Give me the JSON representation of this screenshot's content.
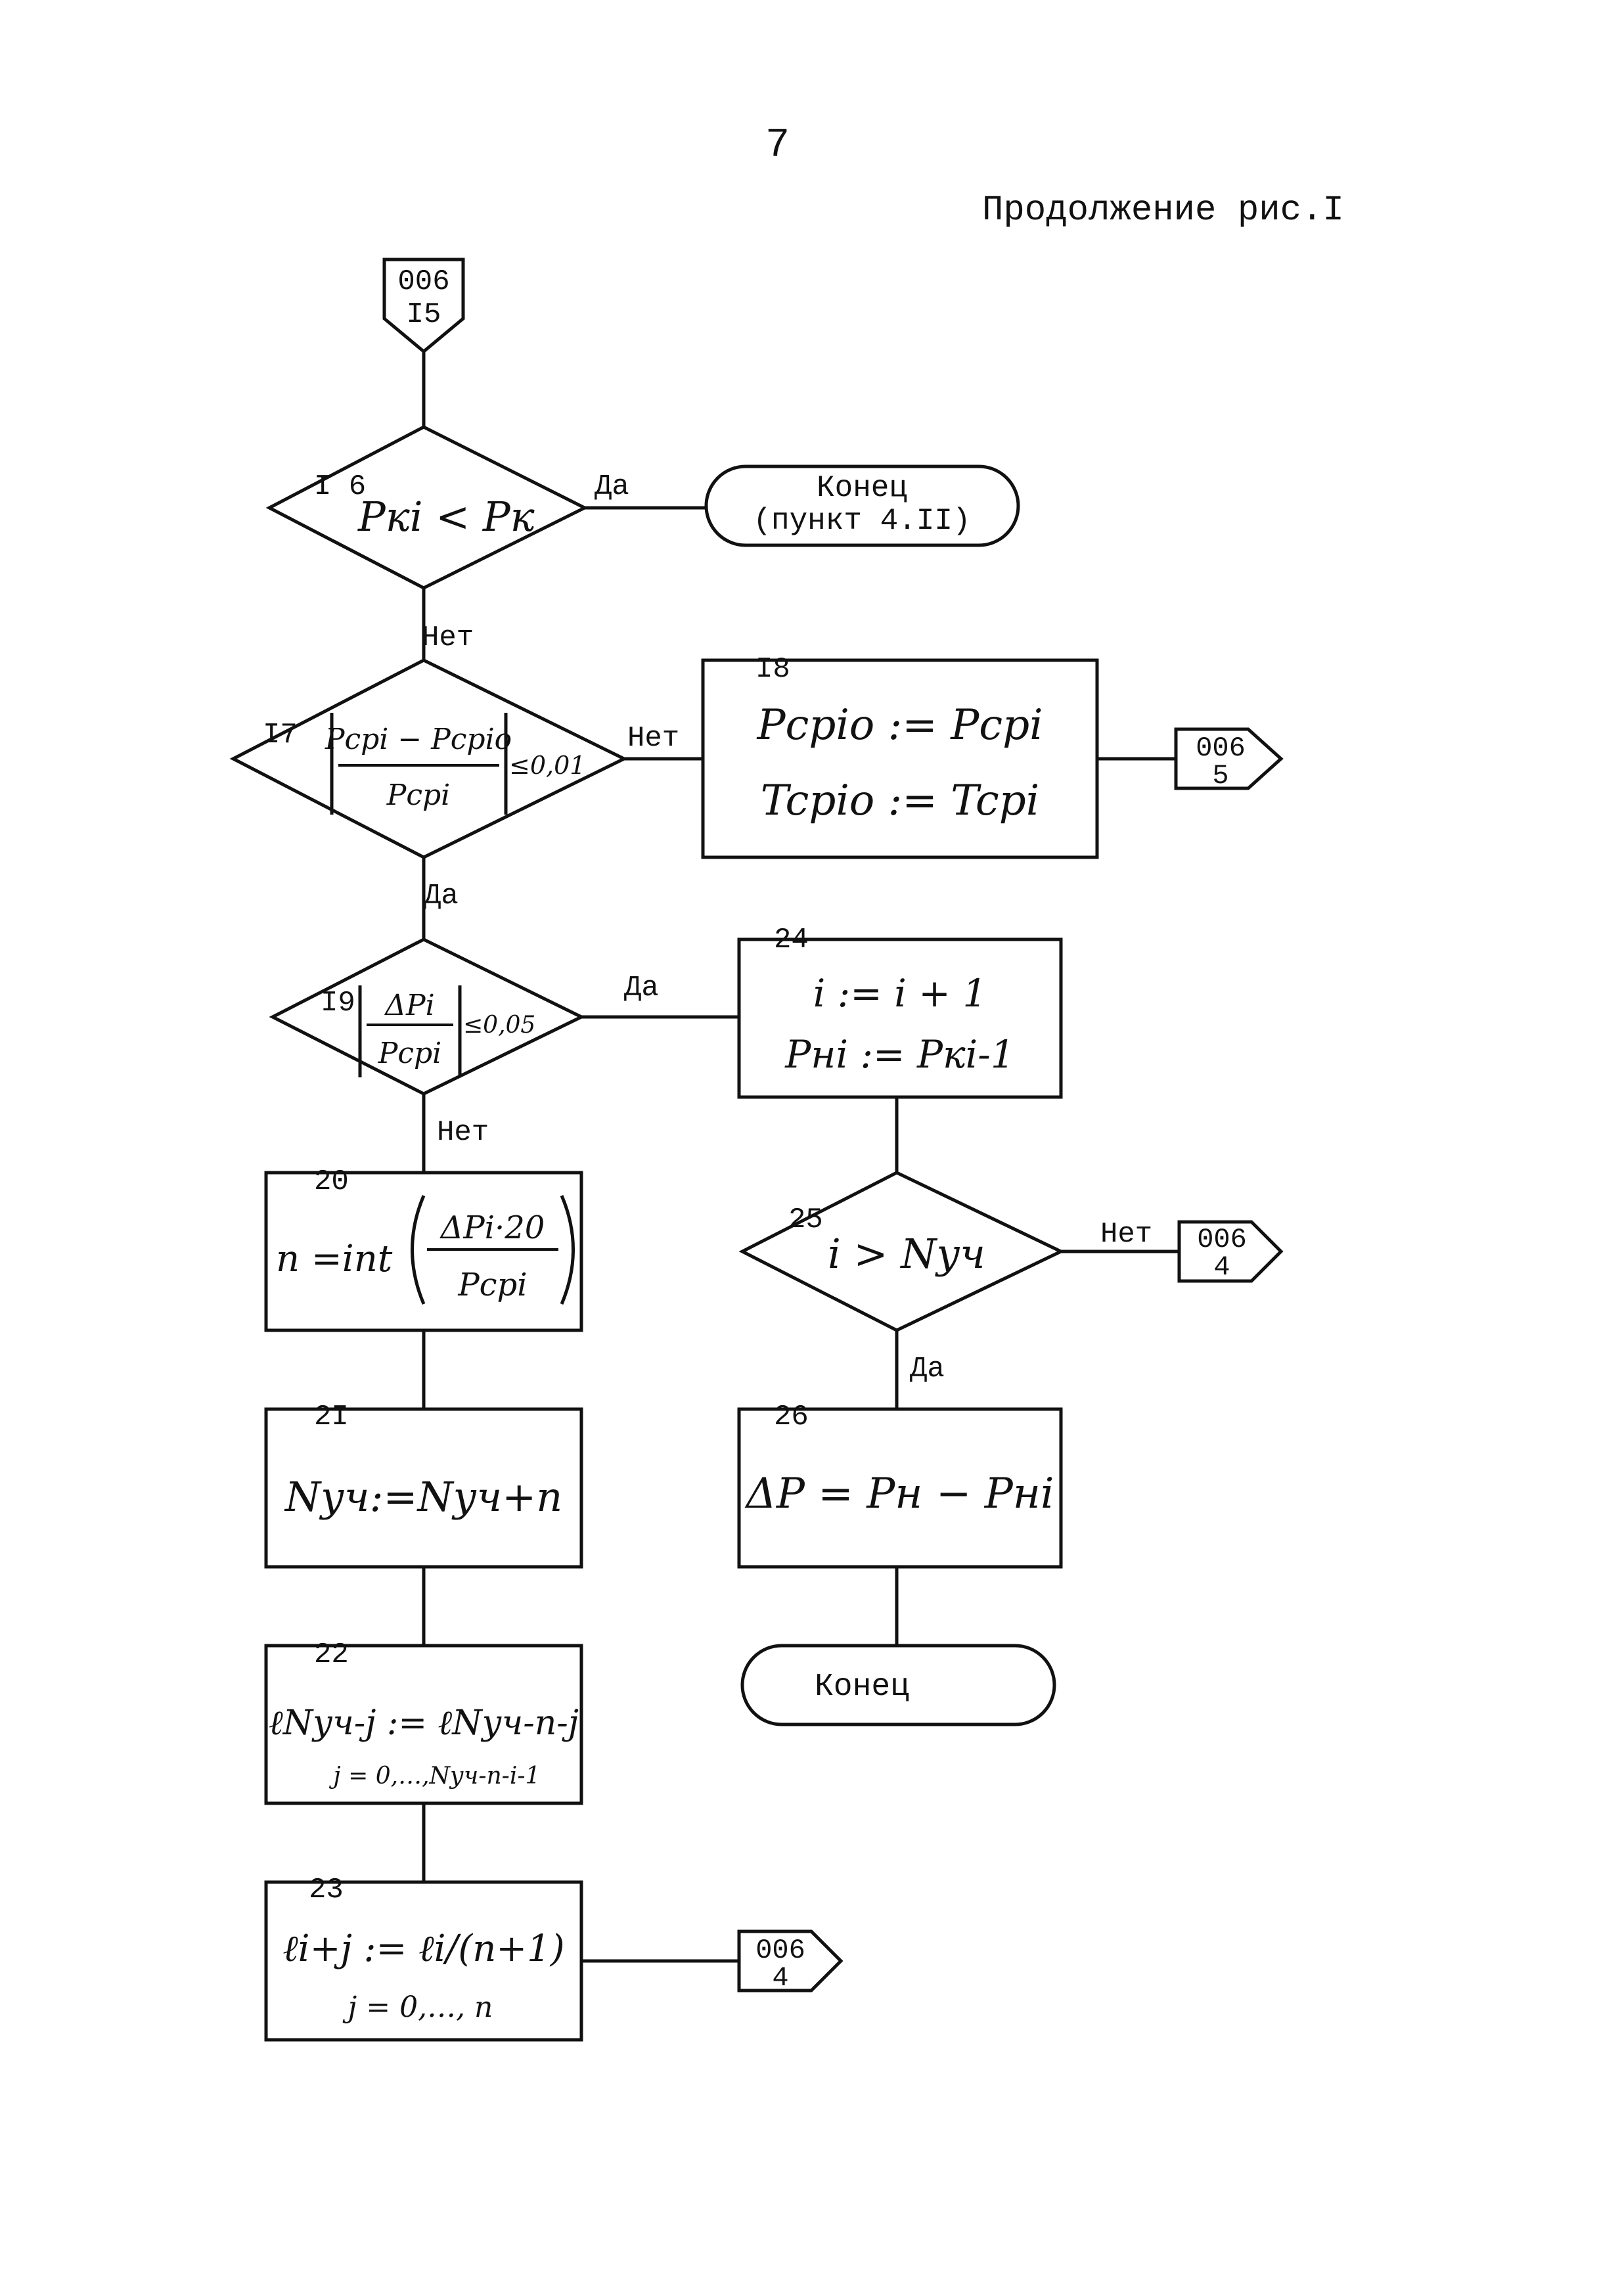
{
  "page_number": "7",
  "caption": "Продолжение рис.I",
  "connectors": {
    "entry": {
      "l1": "006",
      "l2": "I5"
    },
    "c_005": {
      "l1": "006",
      "l2": "5"
    },
    "c_004_a": {
      "l1": "006",
      "l2": "4"
    },
    "c_004_b": {
      "l1": "006",
      "l2": "4"
    }
  },
  "blocks": {
    "b16": {
      "num": "I 6",
      "expr": "Pкi < Pк",
      "yes": "Да",
      "no": "Нет"
    },
    "end1": {
      "l1": "Конец",
      "l2": "(пункт 4.II)"
    },
    "b17": {
      "num": "I7",
      "num_top": "Pcpi − Pcpio",
      "den": "Pcpi",
      "cmp": "≤0,01",
      "no": "Нет",
      "yes": "Да"
    },
    "b18": {
      "num": "I8",
      "l1": "Pcpio := Pcpi",
      "l2": "Tcpio := Tcpi"
    },
    "b19": {
      "num": "I9",
      "num_top": "ΔPi",
      "den": "Pcpi",
      "cmp": "≤0,05",
      "yes": "Да",
      "no": "Нет"
    },
    "b20": {
      "num": "20",
      "lhs": "n =int",
      "num_top": "ΔPi·20",
      "den": "Pcpi"
    },
    "b21": {
      "num": "2I",
      "l1": "Nуч:=Nуч+n"
    },
    "b22": {
      "num": "22",
      "l1": "ℓNуч-j := ℓNуч-n-j",
      "l2": "j = 0,…,Nуч-n-i-1"
    },
    "b23": {
      "num": "23",
      "l1": "ℓi+j := ℓi/(n+1)",
      "l2": "j = 0,…, n"
    },
    "b24": {
      "num": "24",
      "l1": "i := i + 1",
      "l2": "Pнi := Pкi-1"
    },
    "b25": {
      "num": "25",
      "expr": "i > Nуч",
      "no": "Нет",
      "yes": "Да"
    },
    "b26": {
      "num": "26",
      "expr": "ΔP = Pн − Pнi"
    },
    "end2": {
      "l1": "Конец"
    }
  }
}
